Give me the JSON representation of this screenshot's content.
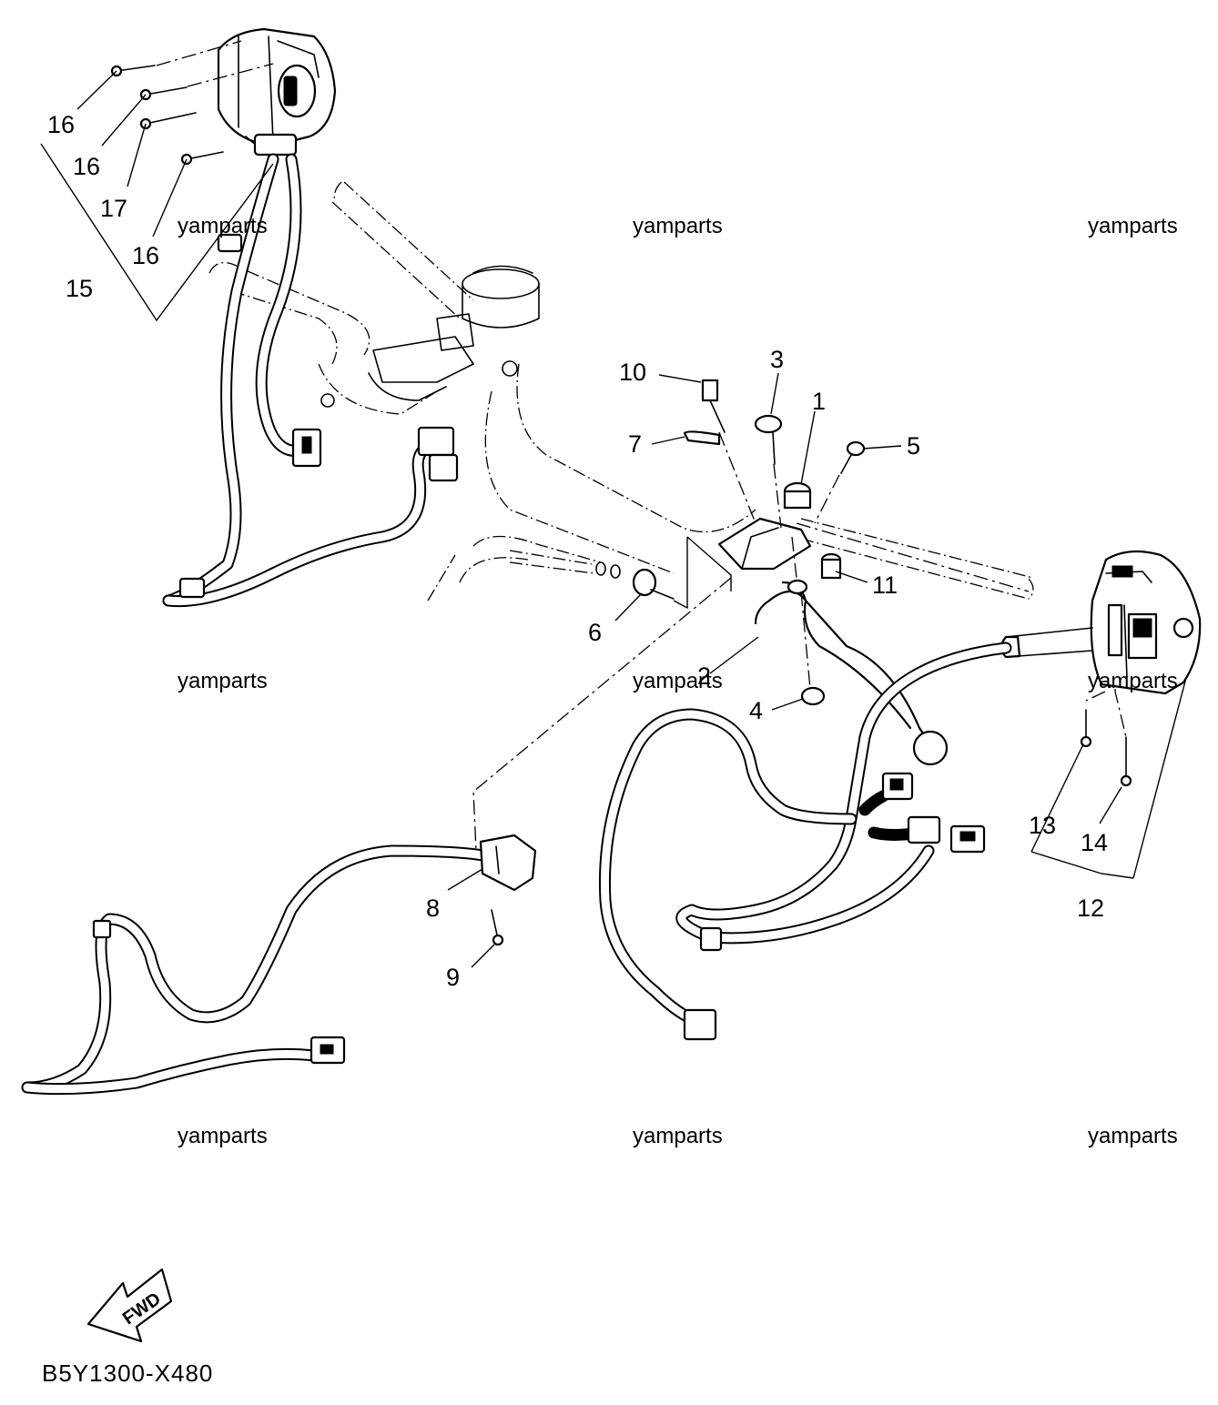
{
  "diagram": {
    "code": "B5Y1300-X480",
    "direction_label": "FWD",
    "watermark": "yamparts",
    "callouts": {
      "c1": "1",
      "c2": "2",
      "c3": "3",
      "c4": "4",
      "c5": "5",
      "c6": "6",
      "c7": "7",
      "c8": "8",
      "c9": "9",
      "c10": "10",
      "c11": "11",
      "c12": "12",
      "c13": "13",
      "c14": "14",
      "c15": "15",
      "c16a": "16",
      "c16b": "16",
      "c16c": "16",
      "c17": "17"
    }
  }
}
